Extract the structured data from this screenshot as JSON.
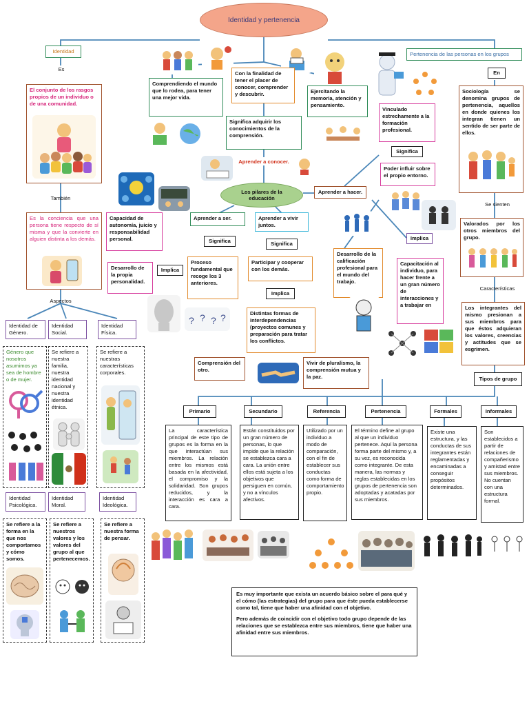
{
  "title": "Identidad y pertenencia",
  "left": {
    "identidad_label": "Identidad",
    "es_label": "Es",
    "definition": "El conjunto de los rasgos propios de un individuo o de una comunidad.",
    "tambien_label": "También",
    "conciencia": "Es la conciencia que una persona tiene respecto de sí misma y que la convierte en alguien distinta a los demás.",
    "aspectos_label": "Aspectos",
    "genero": {
      "title": "Identidad de Género.",
      "text": "Género que nosotros asumimos ya sea de hombre o de mujer."
    },
    "social": {
      "title": "Identidad Social.",
      "text": "Se refiere a nuestra familia, nuestra identidad nacional y nuestra identidad étnica."
    },
    "fisica": {
      "title": "Identidad Física.",
      "text": "Se refiere a nuestras características corporales."
    },
    "psicologica": {
      "title": "Identidad Psicológica.",
      "text": "Se refiere a la forma en la que nos comportamos y cómo somos."
    },
    "moral": {
      "title": "Identidad Moral.",
      "text": "Se refiere a nuestros valores y los valores del grupo al que pertenecemos."
    },
    "ideologica": {
      "title": "Identidad Ideológica.",
      "text": "Se refiere a nuestra forma de pensar."
    }
  },
  "center": {
    "comprendiendo": "Comprendiendo el mundo que lo rodea, para tener una mejor vida.",
    "finalidad": "Con la finalidad de tener el placer de conocer, comprender y descubrir.",
    "ejercitando": "Ejercitando la memoria, atención y pensamiento.",
    "significa_adquirir": "Significa adquirir los conocimientos de la comprensión.",
    "aprender_conocer": "Aprender a conocer.",
    "pilares": "Los pilares de la educación",
    "aprender_hacer": "Aprender a hacer.",
    "aprender_ser": "Aprender a ser.",
    "aprender_vivir": "Aprender a vivir juntos.",
    "significa1": "Significa",
    "significa2": "Significa",
    "capacidad": "Capacidad de autonomía, juicio y responsabilidad personal.",
    "desarrollo_personalidad": "Desarrollo de la propia personalidad.",
    "implica1": "Implica",
    "proceso": "Proceso fundamental que recoge los 3 anteriores.",
    "participar": "Participar y cooperar con los demás.",
    "implica2": "Implica",
    "distintas": "Distintas formas de interdependencias (proyectos comunes y preparación para tratar los conflictos.",
    "comprension_otro": "Comprensión del otro.",
    "vivir_pluralismo": "Vivir de pluralismo, la comprensión mutua y la paz.",
    "vinculado": "Vinculado estrechamente a la formación profesional.",
    "significa3": "Significa",
    "poder_influir": "Poder influir sobre el propio entorno.",
    "implica3": "Implica",
    "desarrollo_calificacion": "Desarrollo de la calificación profesional para el mundo del trabajo.",
    "capacitacion": "Capacitación al individuo, para hacer frente a un gran número de interacciones y a trabajar en"
  },
  "right": {
    "pertenencia_label": "Pertenencia de las personas en los grupos",
    "en_label": "En",
    "sociologia": "Sociología se denomina grupos de pertenencia, aquellos en donde quienes los integran tienen un sentido de ser parte de ellos.",
    "se_sienten": "Se sienten",
    "valorados": "Valorados por los otros miembros del grupo.",
    "caracteristicas_label": "Características",
    "integrantes": "Los integrantes del mismo presionan a sus miembros para que éstos adquieran los valores, creencias y actitudes que se esgrimen.",
    "tipos_label": "Tipos de grupo"
  },
  "groups": {
    "primario": {
      "title": "Primario",
      "text": "La característica principal de este tipo de grupos es la forma en la que interactúan sus miembros. La relación entre los mismos está basada en la afectividad, el compromiso y la solidaridad. Son grupos reducidos, y la interacción es cara a cara."
    },
    "secundario": {
      "title": "Secundario",
      "text": "Están constituidos por un gran número de personas, lo que impide que la relación se establezca cara a cara. La unión entre ellos está sujeta a los objetivos que persiguen en común, y no a vínculos afectivos."
    },
    "referencia": {
      "title": "Referencia",
      "text": "Utilizado por un individuo a modo de comparación, con el fin de establecer sus conductas como forma de comportamiento propio."
    },
    "pertenencia": {
      "title": "Pertenencia",
      "text": "El término define al grupo al que un individuo pertenece. Aquí la persona forma parte del mismo y, a su vez, es reconocida como integrante. De esta manera, las normas y reglas establecidas en los grupos de pertenencia son adoptadas y acatadas por sus miembros."
    },
    "formales": {
      "title": "Formales",
      "text": "Existe una estructura, y las conductas de sus integrantes están reglamentadas y encaminadas a conseguir propósitos determinados."
    },
    "informales": {
      "title": "Informales",
      "text": "Son establecidos a partir de relaciones de compañerismo y amistad entre sus miembros. No cuentan con una estructura formal."
    }
  },
  "bottom": {
    "p1": "Es muy importante que exista un acuerdo básico sobre el para qué y el cómo (las estrategias) del grupo para que éste pueda establecerse como tal, tiene que haber una afinidad con el objetivo.",
    "p2": "Pero además de coincidir con el objetivo todo grupo depende de las relaciones que se establezca entre sus miembros, tiene que haber una afinidad entre sus miembros."
  }
}
